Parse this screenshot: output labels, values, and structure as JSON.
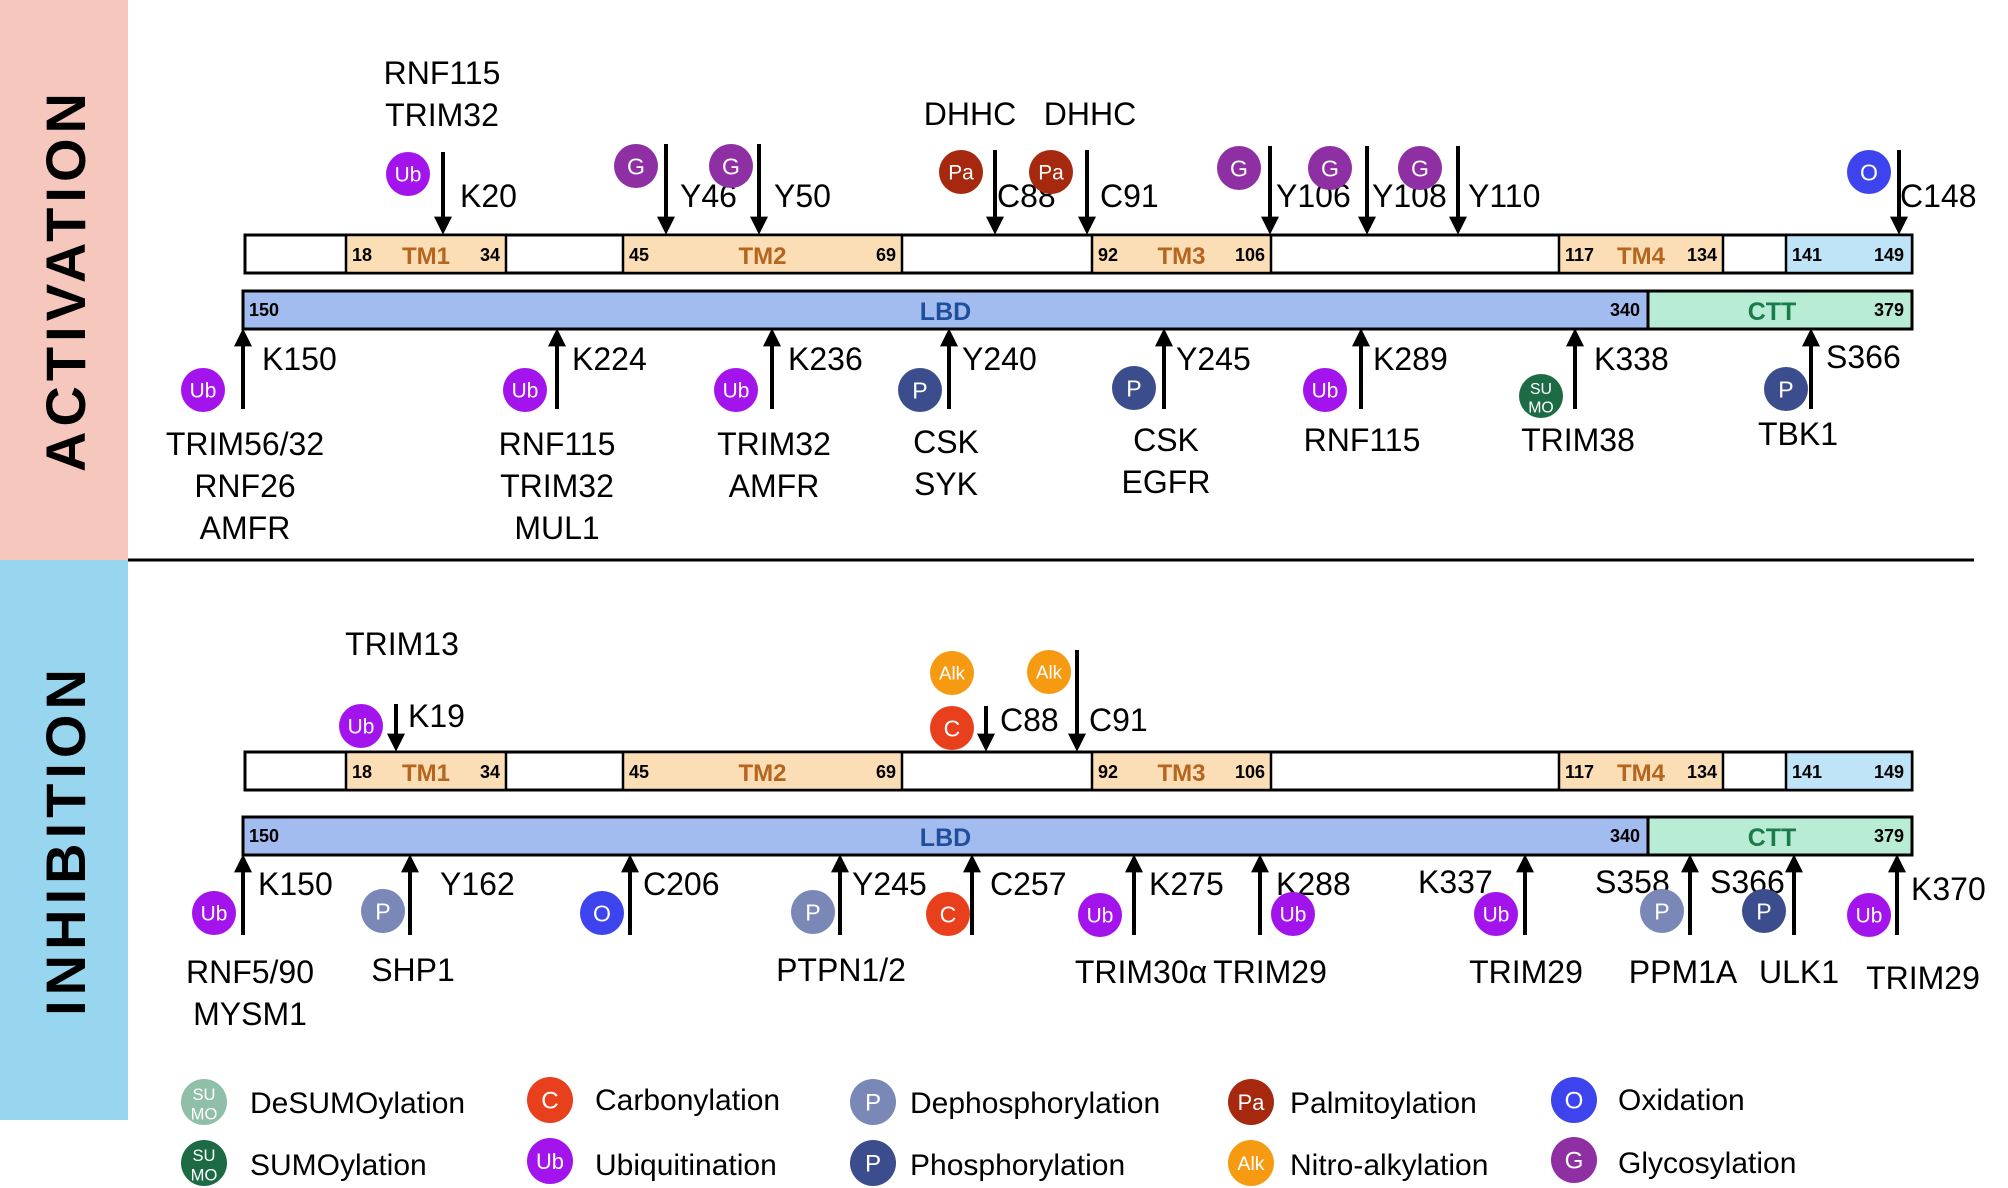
{
  "colors": {
    "activation_bg": "#f6c8bd",
    "inhibition_bg": "#98d6ef",
    "tm_fill": "#fbdeb6",
    "tm_label": "#b5651d",
    "ctd_fill": "#bfe4f7",
    "lbd_fill": "#a3bcef",
    "lbd_label": "#1f4e9c",
    "ctt_fill": "#b9ecd4",
    "ctt_label": "#1a7b4c"
  },
  "mods": {
    "Ub": {
      "label": "Ub",
      "color": "#a314ec",
      "text_color": "#ffffff",
      "icon": "ubiquitination-icon"
    },
    "G": {
      "label": "G",
      "color": "#8e2fa3",
      "text_color": "#ffffff",
      "icon": "glycosylation-icon"
    },
    "Pa": {
      "label": "Pa",
      "color": "#a6280f",
      "text_color": "#ffffff",
      "icon": "palmitoylation-icon"
    },
    "O": {
      "label": "O",
      "color": "#3d44ee",
      "text_color": "#ffffff",
      "icon": "oxidation-icon"
    },
    "P": {
      "label": "P",
      "color": "#3b4d8c",
      "text_color": "#ffffff",
      "icon": "phosphorylation-icon"
    },
    "dP": {
      "label": "P",
      "color": "#7a88b8",
      "text_color": "#ffffff",
      "icon": "dephosphorylation-icon"
    },
    "SU": {
      "label": "SUMO",
      "color": "#1c6b45",
      "text_color": "#ffffff",
      "icon": "sumoylation-icon"
    },
    "dSU": {
      "label": "SUMO",
      "color": "#8fbfa6",
      "text_color": "#ffffff",
      "icon": "desumoylation-icon"
    },
    "C": {
      "label": "C",
      "color": "#e8401c",
      "text_color": "#ffffff",
      "icon": "carbonylation-icon"
    },
    "Alk": {
      "label": "Alk",
      "color": "#f69a12",
      "text_color": "#ffffff",
      "icon": "nitro-alkylation-icon"
    }
  },
  "panels": [
    {
      "key": "activation",
      "side_label": "ACTIVATION",
      "tm_domains": [
        {
          "name": "TM1",
          "start": "18",
          "end": "34"
        },
        {
          "name": "TM2",
          "start": "45",
          "end": "69"
        },
        {
          "name": "TM3",
          "start": "92",
          "end": "106"
        },
        {
          "name": "TM4",
          "start": "117",
          "end": "134"
        }
      ],
      "ctd": {
        "start": "141",
        "end": "149"
      },
      "lbd": {
        "name": "LBD",
        "start": "150",
        "end": "340"
      },
      "ctt": {
        "name": "CTT",
        "end": "379"
      },
      "sites_top": [
        {
          "site": "K20",
          "enzymes": [
            "RNF115",
            "TRIM32"
          ],
          "mods": [
            "Ub"
          ]
        },
        {
          "site": "Y46",
          "enzymes": [],
          "mods": [
            "G"
          ]
        },
        {
          "site": "Y50",
          "enzymes": [],
          "mods": [
            "G"
          ]
        },
        {
          "site": "C88",
          "enzymes": [
            "DHHC"
          ],
          "mods": [
            "Pa"
          ]
        },
        {
          "site": "C91",
          "enzymes": [
            "DHHC"
          ],
          "mods": [
            "Pa"
          ]
        },
        {
          "site": "Y106",
          "enzymes": [],
          "mods": [
            "G"
          ]
        },
        {
          "site": "Y108",
          "enzymes": [],
          "mods": [
            "G"
          ]
        },
        {
          "site": "Y110",
          "enzymes": [],
          "mods": [
            "G"
          ]
        },
        {
          "site": "C148",
          "enzymes": [],
          "mods": [
            "O"
          ]
        }
      ],
      "sites_bottom": [
        {
          "site": "K150",
          "enzymes": [
            "TRIM56/32",
            "RNF26",
            "AMFR"
          ],
          "mods": [
            "Ub"
          ]
        },
        {
          "site": "K224",
          "enzymes": [
            "RNF115",
            "TRIM32",
            "MUL1"
          ],
          "mods": [
            "Ub"
          ]
        },
        {
          "site": "K236",
          "enzymes": [
            "TRIM32",
            "AMFR"
          ],
          "mods": [
            "Ub"
          ]
        },
        {
          "site": "Y240",
          "enzymes": [
            "CSK",
            "SYK"
          ],
          "mods": [
            "P"
          ]
        },
        {
          "site": "Y245",
          "enzymes": [
            "CSK",
            "EGFR"
          ],
          "mods": [
            "P"
          ]
        },
        {
          "site": "K289",
          "enzymes": [
            "RNF115"
          ],
          "mods": [
            "Ub"
          ]
        },
        {
          "site": "K338",
          "enzymes": [
            "TRIM38"
          ],
          "mods": [
            "SU"
          ]
        },
        {
          "site": "S366",
          "enzymes": [
            "TBK1"
          ],
          "mods": [
            "P"
          ]
        }
      ]
    },
    {
      "key": "inhibition",
      "side_label": "INHIBITION",
      "tm_domains": [
        {
          "name": "TM1",
          "start": "18",
          "end": "34"
        },
        {
          "name": "TM2",
          "start": "45",
          "end": "69"
        },
        {
          "name": "TM3",
          "start": "92",
          "end": "106"
        },
        {
          "name": "TM4",
          "start": "117",
          "end": "134"
        }
      ],
      "ctd": {
        "start": "141",
        "end": "149"
      },
      "lbd": {
        "name": "LBD",
        "start": "150",
        "end": "340"
      },
      "ctt": {
        "name": "CTT",
        "end": "379"
      },
      "sites_top": [
        {
          "site": "K19",
          "enzymes": [
            "TRIM13"
          ],
          "mods": [
            "Ub"
          ]
        },
        {
          "site": "C88",
          "enzymes": [],
          "mods": [
            "Alk",
            "C"
          ]
        },
        {
          "site": "C91",
          "enzymes": [],
          "mods": [
            "Alk"
          ]
        }
      ],
      "sites_bottom": [
        {
          "site": "K150",
          "enzymes": [
            "RNF5/90",
            "MYSM1"
          ],
          "mods": [
            "Ub"
          ]
        },
        {
          "site": "Y162",
          "enzymes": [
            "SHP1"
          ],
          "mods": [
            "dP"
          ]
        },
        {
          "site": "C206",
          "enzymes": [],
          "mods": [
            "O"
          ]
        },
        {
          "site": "Y245",
          "enzymes": [
            "PTPN1/2"
          ],
          "mods": [
            "dP"
          ]
        },
        {
          "site": "C257",
          "enzymes": [],
          "mods": [
            "C"
          ]
        },
        {
          "site": "K275",
          "enzymes": [
            "TRIM30α"
          ],
          "mods": [
            "Ub"
          ]
        },
        {
          "site": "K288",
          "enzymes": [
            "TRIM29"
          ],
          "mods": [
            "Ub"
          ]
        },
        {
          "site": "K337",
          "enzymes": [
            "TRIM29"
          ],
          "mods": [
            "Ub"
          ]
        },
        {
          "site": "S358",
          "enzymes": [
            "PPM1A"
          ],
          "mods": [
            "dP"
          ]
        },
        {
          "site": "S366",
          "enzymes": [
            "ULK1"
          ],
          "mods": [
            "P"
          ]
        },
        {
          "site": "K370",
          "enzymes": [
            "TRIM29"
          ],
          "mods": [
            "Ub"
          ]
        }
      ]
    }
  ],
  "legend": [
    {
      "mod": "dSU",
      "label": "DeSUMOylation"
    },
    {
      "mod": "SU",
      "label": "SUMOylation"
    },
    {
      "mod": "C",
      "label": "Carbonylation"
    },
    {
      "mod": "Ub",
      "label": "Ubiquitination"
    },
    {
      "mod": "dP",
      "label": "Dephosphorylation"
    },
    {
      "mod": "P",
      "label": "Phosphorylation"
    },
    {
      "mod": "Pa",
      "label": "Palmitoylation"
    },
    {
      "mod": "Alk",
      "label": "Nitro-alkylation"
    },
    {
      "mod": "O",
      "label": "Oxidation"
    },
    {
      "mod": "G",
      "label": "Glycosylation"
    }
  ]
}
